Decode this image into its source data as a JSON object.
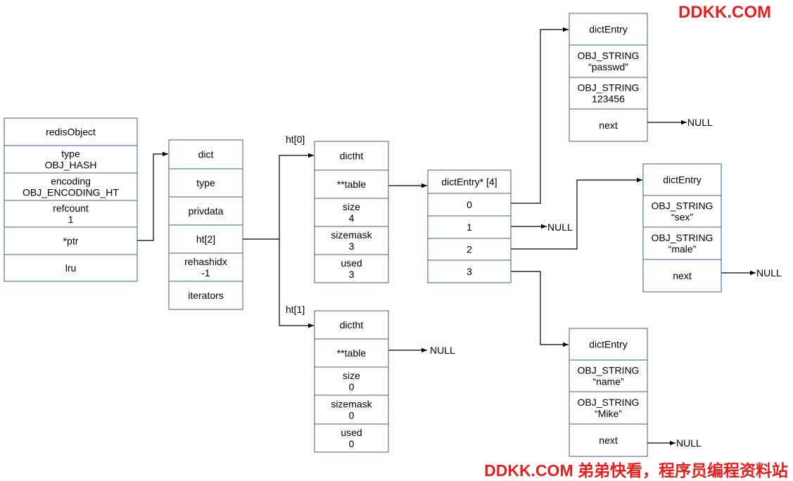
{
  "watermark": {
    "top": "DDKK.COM",
    "bottom": "DDKK.COM 弟弟快看，程序员编程资料站",
    "color": "#e81e1e"
  },
  "colors": {
    "box_border": "#3b5f8a",
    "line": "#000000"
  },
  "boxes": {
    "redisObject": [
      [
        "redisObject"
      ],
      [
        "type",
        "OBJ_HASH"
      ],
      [
        "encoding",
        "OBJ_ENCODING_HT"
      ],
      [
        "refcount",
        "1"
      ],
      [
        "*ptr"
      ],
      [
        "lru"
      ]
    ],
    "dict": [
      [
        "dict"
      ],
      [
        "type"
      ],
      [
        "privdata"
      ],
      [
        "ht[2]"
      ],
      [
        "rehashidx",
        "-1"
      ],
      [
        "iterators"
      ]
    ],
    "dictht0": [
      [
        "dictht"
      ],
      [
        "**table"
      ],
      [
        "size",
        "4"
      ],
      [
        "sizemask",
        "3"
      ],
      [
        "used",
        "3"
      ]
    ],
    "dictht1": [
      [
        "dictht"
      ],
      [
        "**table"
      ],
      [
        "size",
        "0"
      ],
      [
        "sizemask",
        "0"
      ],
      [
        "used",
        "0"
      ]
    ],
    "table": [
      [
        "dictEntry* [4]"
      ],
      [
        "0"
      ],
      [
        "1"
      ],
      [
        "2"
      ],
      [
        "3"
      ]
    ],
    "entry_passwd": [
      [
        "dictEntry"
      ],
      [
        "OBJ_STRING",
        "“passwd”"
      ],
      [
        "OBJ_STRING",
        "123456"
      ],
      [
        "next"
      ]
    ],
    "entry_sex": [
      [
        "dictEntry"
      ],
      [
        "OBJ_STRING",
        "“sex”"
      ],
      [
        "OBJ_STRING",
        "“male”"
      ],
      [
        "next"
      ]
    ],
    "entry_name": [
      [
        "dictEntry"
      ],
      [
        "OBJ_STRING",
        "“name”"
      ],
      [
        "OBJ_STRING",
        "“Mike”"
      ],
      [
        "next"
      ]
    ]
  },
  "labels": {
    "ht0": "ht[0]",
    "ht1": "ht[1]",
    "null": "NULL"
  }
}
